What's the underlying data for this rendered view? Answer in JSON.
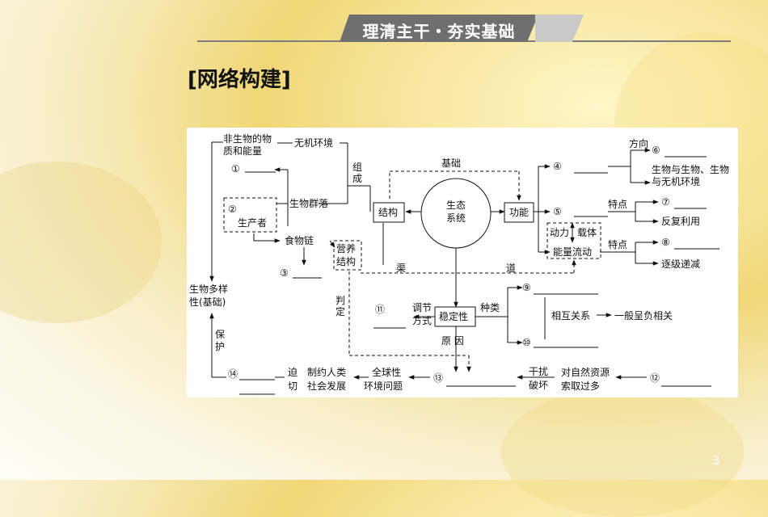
{
  "header": {
    "title": "理清主干・夯实基础"
  },
  "section_title": "[网络构建]",
  "page_number": "3",
  "diagram": {
    "nonliving_1": "非生物的物",
    "nonliving_2": "质和能量",
    "abiotic_env": "无机环境",
    "blank_1": "①",
    "blank_2": "②",
    "producer": "生产者",
    "community": "生物群落",
    "food_chain": "食物链",
    "blank_3": "③",
    "nutrient_1": "营养",
    "nutrient_2": "结构",
    "compose_1": "组",
    "compose_2": "成",
    "structure": "结构",
    "foundation": "基础",
    "ecosystem_1": "生态",
    "ecosystem_2": "系统",
    "function": "功能",
    "blank_4": "④",
    "direction": "方向",
    "blank_6": "⑥",
    "relation_1": "生物与生物、生物",
    "relation_2": "与无机环境",
    "blank_5": "⑤",
    "feature_a": "特点",
    "blank_7": "⑦",
    "recycle": "反复利用",
    "power": "动力",
    "carrier": "载体",
    "energy_flow": "能量流动",
    "feature_b": "特点",
    "blank_8": "⑧",
    "decrease": "逐级递减",
    "channel_1": "渠",
    "channel_2": "道",
    "biodiversity_1": "生物多样",
    "biodiversity_2": "性(基础)",
    "judge_1": "判",
    "judge_2": "定",
    "blank_11": "⑪",
    "regulate_1": "调节",
    "regulate_2": "方式",
    "stability": "稳定性",
    "kinds": "种类",
    "blank_9": "⑨",
    "blank_10": "⑩",
    "mutual": "相互关系",
    "neg_corr": "一般呈负相关",
    "cause": "原  因",
    "protect_1": "保",
    "protect_2": "护",
    "blank_14": "⑭",
    "urgent_1": "迫",
    "urgent_2": "切",
    "restrict_1": "制约人类",
    "restrict_2": "社会发展",
    "global_1": "全球性",
    "global_2": "环境问题",
    "blank_13": "⑬",
    "disturb_1": "干扰",
    "disturb_2": "破坏",
    "resource_1": "对自然资源",
    "resource_2": "索取过多",
    "blank_12": "⑫"
  }
}
